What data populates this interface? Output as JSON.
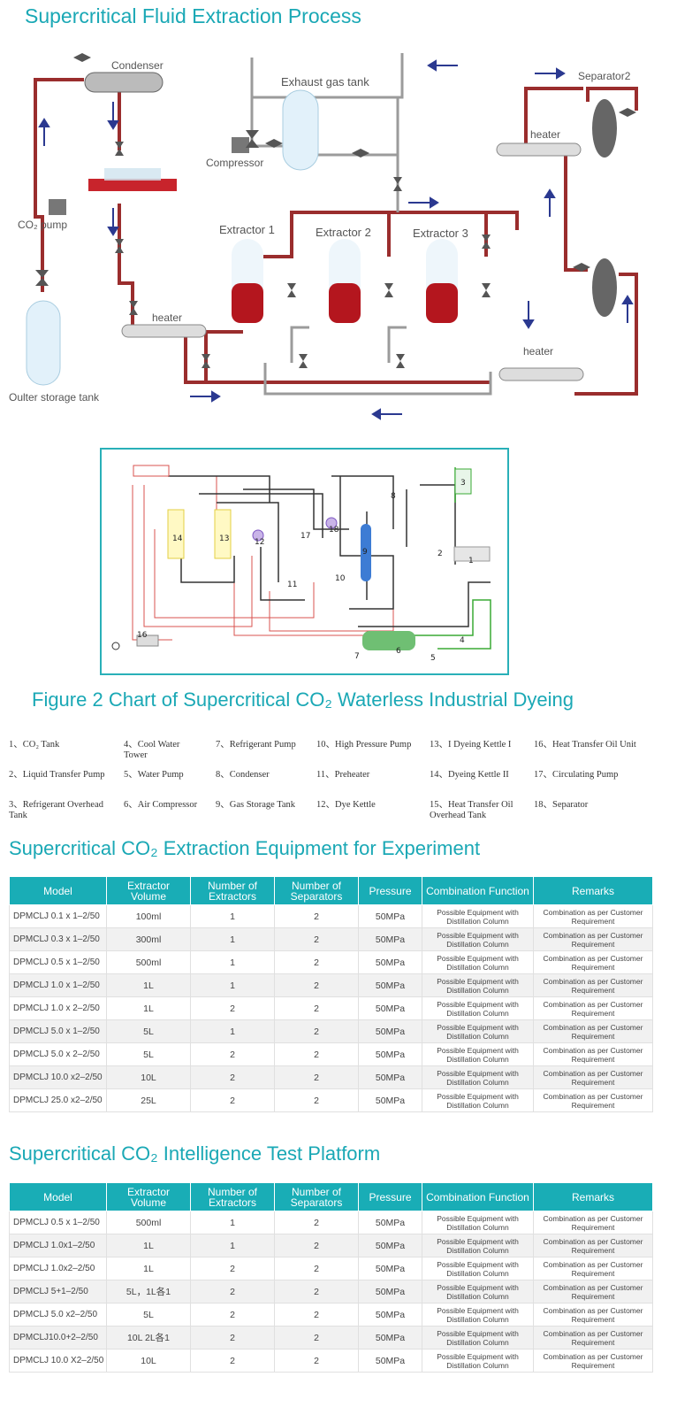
{
  "page": {
    "title": "Supercritical Fluid Extraction Process",
    "diagram_labels": {
      "condenser": "Condenser",
      "exhaust": "Exhaust gas tank",
      "compressor": "Compressor",
      "co2_pump": "CO₂ pump",
      "outer_tank": "Oulter storage tank",
      "heater1": "heater",
      "heater2": "heater",
      "heater3": "heater",
      "extractor1": "Extractor 1",
      "extractor2": "Extractor 2",
      "extractor3": "Extractor 3",
      "separator2": "Separator2"
    },
    "schema_numbers": [
      "1",
      "2",
      "3",
      "4",
      "5",
      "6",
      "7",
      "8",
      "9",
      "10",
      "11",
      "12",
      "13",
      "14",
      "16",
      "17",
      "18"
    ],
    "figure2_title": "Figure 2 Chart of Supercritical CO₂ Waterless Industrial Dyeing",
    "legend": [
      "1、CO₂ Tank",
      "4、Cool Water Tower",
      "7、Refrigerant Pump",
      "10、High Pressure Pump",
      "13、I Dyeing Kettle I",
      "16、Heat Transfer Oil Unit",
      "2、Liquid Transfer Pump",
      "5、Water Pump",
      "8、Condenser",
      "11、Preheater",
      "14、Dyeing Kettle II",
      "17、Circulating Pump",
      "3、Refrigerant Overhead Tank",
      "6、Air Compressor",
      "9、Gas Storage Tank",
      "12、Dye Kettle",
      "15、Heat Transfer Oil Overhead Tank",
      "18、Separator"
    ],
    "table1_title": "Supercritical CO₂ Extraction Equipment for Experiment",
    "table2_title": "Supercritical CO₂ Intelligence Test Platform",
    "headers": [
      "Model",
      "Extractor Volume",
      "Number of Extractors",
      "Number of Separators",
      "Pressure",
      "Combination Function",
      "Remarks"
    ],
    "combo": "Possible Equipment with Distillation Column",
    "remark": "Combination as per Customer Requirement",
    "table1_rows": [
      [
        "DPMCLJ 0.1 x 1–2/50",
        "100ml",
        "1",
        "2",
        "50MPa"
      ],
      [
        "DPMCLJ 0.3 x 1–2/50",
        "300ml",
        "1",
        "2",
        "50MPa"
      ],
      [
        "DPMCLJ 0.5 x 1–2/50",
        "500ml",
        "1",
        "2",
        "50MPa"
      ],
      [
        "DPMCLJ 1.0 x 1–2/50",
        "1L",
        "1",
        "2",
        "50MPa"
      ],
      [
        "DPMCLJ 1.0 x 2–2/50",
        "1L",
        "2",
        "2",
        "50MPa"
      ],
      [
        "DPMCLJ 5.0 x 1–2/50",
        "5L",
        "1",
        "2",
        "50MPa"
      ],
      [
        "DPMCLJ 5.0 x 2–2/50",
        "5L",
        "2",
        "2",
        "50MPa"
      ],
      [
        "DPMCLJ 10.0 x2–2/50",
        "10L",
        "2",
        "2",
        "50MPa"
      ],
      [
        "DPMCLJ 25.0 x2–2/50",
        "25L",
        "2",
        "2",
        "50MPa"
      ]
    ],
    "table2_rows": [
      [
        "DPMCLJ 0.5 x 1–2/50",
        "500ml",
        "1",
        "2",
        "50MPa"
      ],
      [
        "DPMCLJ 1.0x1–2/50",
        "1L",
        "1",
        "2",
        "50MPa"
      ],
      [
        "DPMCLJ 1.0x2–2/50",
        "1L",
        "2",
        "2",
        "50MPa"
      ],
      [
        "DPMCLJ 5+1–2/50",
        "5L，1L各1",
        "2",
        "2",
        "50MPa"
      ],
      [
        "DPMCLJ 5.0 x2–2/50",
        "5L",
        "2",
        "2",
        "50MPa"
      ],
      [
        "DPMCLJ10.0+2–2/50",
        "10L 2L各1",
        "2",
        "2",
        "50MPa"
      ],
      [
        "DPMCLJ 10.0 X2–2/50",
        "10L",
        "2",
        "2",
        "50MPa"
      ]
    ]
  }
}
